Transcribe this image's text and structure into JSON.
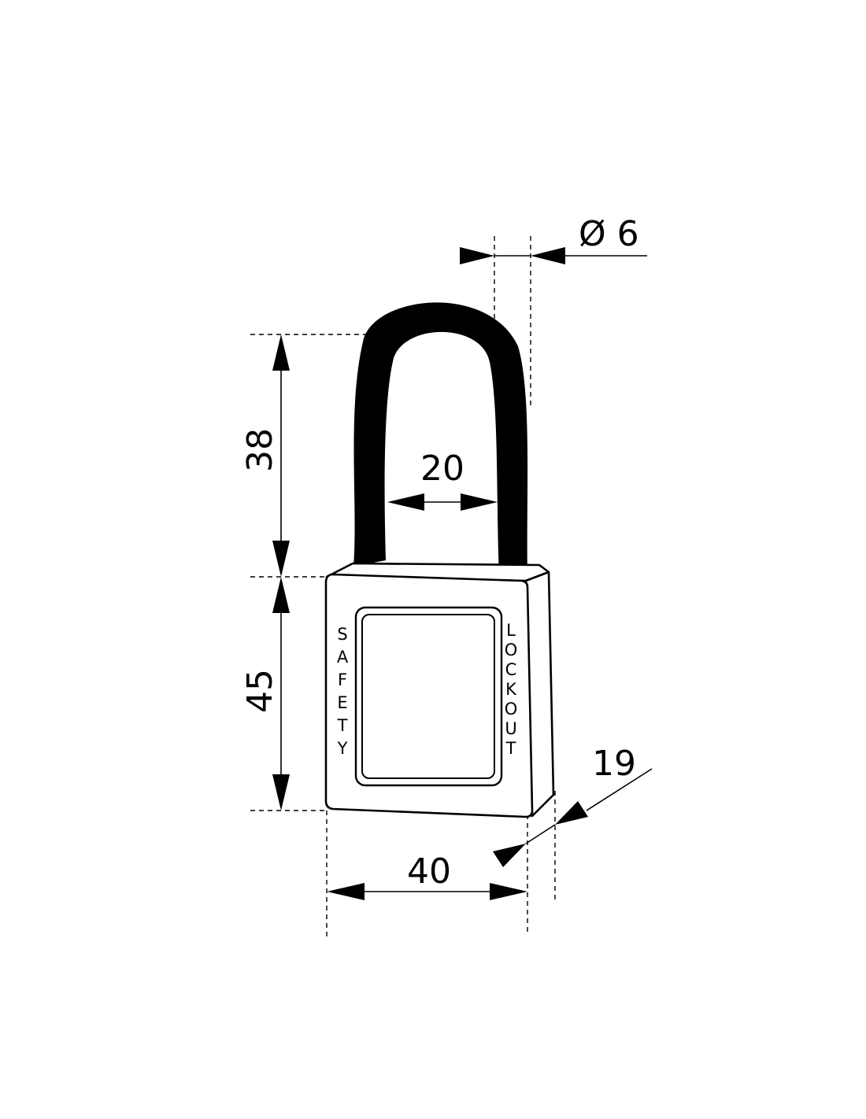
{
  "dimensions": {
    "shackle_height": "38",
    "body_height": "45",
    "body_width": "40",
    "body_depth": "19",
    "shackle_clearance": "20",
    "shackle_diameter": "Ø 6"
  },
  "label": {
    "left_letters": [
      "S",
      "A",
      "F",
      "E",
      "T",
      "Y"
    ],
    "right_letters": [
      "L",
      "O",
      "C",
      "K",
      "O",
      "U",
      "T"
    ]
  },
  "colors": {
    "line": "#000000",
    "background": "#ffffff",
    "shackle": "#000000"
  }
}
